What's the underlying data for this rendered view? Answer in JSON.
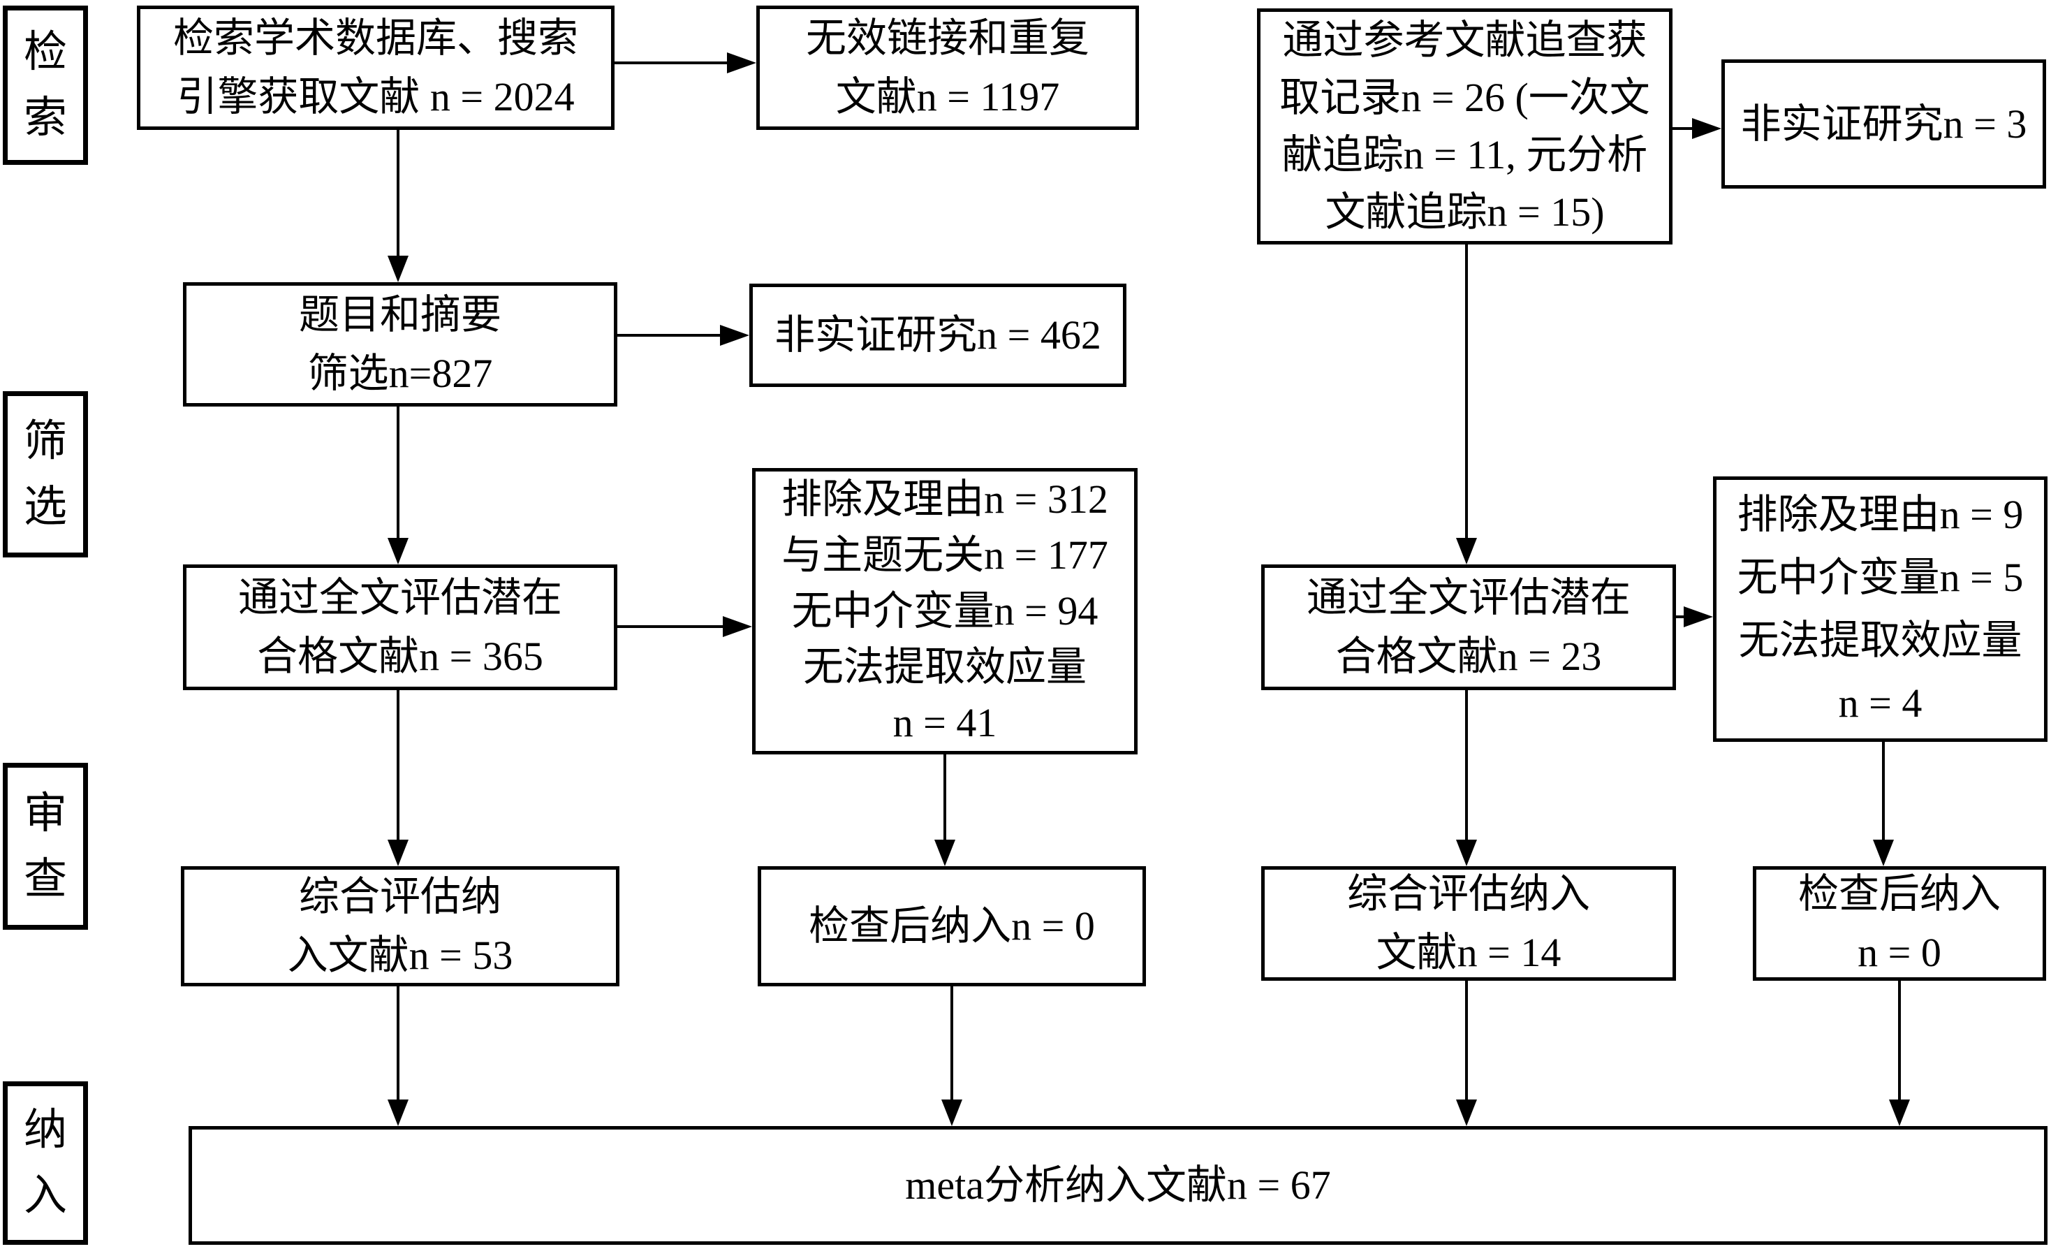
{
  "figure": {
    "type": "flowchart",
    "description": "meta-analysis literature screening flow diagram (PRISMA style)"
  },
  "colors": {
    "border": "#000000",
    "background": "#ffffff",
    "text": "#000000"
  },
  "stages": [
    {
      "label": "检索"
    },
    {
      "label": "筛选"
    },
    {
      "label": "审查"
    },
    {
      "label": "纳入"
    }
  ],
  "boxes": {
    "search_sources": {
      "lines": [
        "检索学术数据库、搜索",
        "引擎获取文献 n = 2024"
      ]
    },
    "invalid_duplicates": {
      "lines": [
        "无效链接和重复",
        "文献n = 1197"
      ]
    },
    "reference_tracing": {
      "lines": [
        "通过参考文献追查获",
        "取记录n = 26 (一次文",
        "献追踪n = 11, 元分析",
        "文献追踪n = 15)"
      ]
    },
    "non_empirical_right": {
      "lines": [
        "非实证研究n = 3"
      ]
    },
    "title_abstract": {
      "lines": [
        "题目和摘要",
        "筛选n=827"
      ]
    },
    "non_empirical_left": {
      "lines": [
        "非实证研究n = 462"
      ]
    },
    "fulltext_left": {
      "lines": [
        "通过全文评估潜在",
        "合格文献n = 365"
      ]
    },
    "excluded_left": {
      "lines": [
        "排除及理由n = 312",
        "与主题无关n = 177",
        "无中介变量n = 94",
        "无法提取效应量",
        "n = 41"
      ]
    },
    "fulltext_right": {
      "lines": [
        "通过全文评估潜在",
        "合格文献n = 23"
      ]
    },
    "excluded_right": {
      "lines": [
        "排除及理由n = 9",
        "无中介变量n = 5",
        "无法提取效应量",
        "n = 4"
      ]
    },
    "included_left": {
      "lines": [
        "综合评估纳",
        "入文献n = 53"
      ]
    },
    "checked_left": {
      "lines": [
        "检查后纳入n = 0"
      ]
    },
    "included_right": {
      "lines": [
        "综合评估纳入",
        "文献n = 14"
      ]
    },
    "checked_right": {
      "lines": [
        "检查后纳入",
        "n = 0"
      ]
    },
    "final_included": {
      "lines": [
        "meta分析纳入文献n = 67"
      ]
    }
  }
}
